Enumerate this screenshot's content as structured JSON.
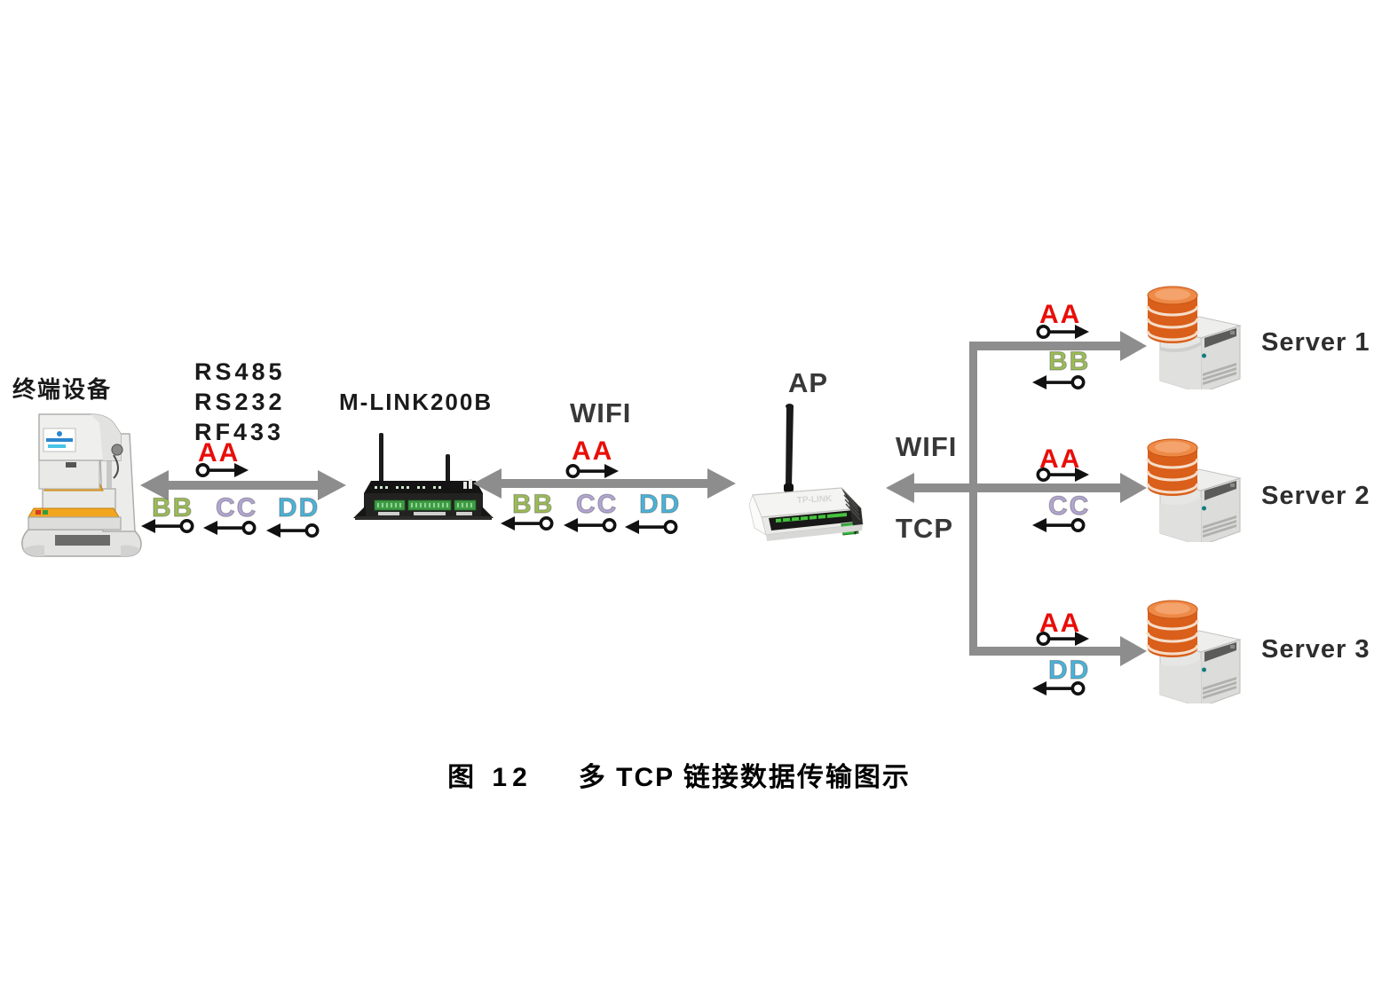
{
  "terminal": {
    "label": "终端设备"
  },
  "left_link": {
    "protocols": [
      "RS485",
      "RS232",
      "RF433"
    ]
  },
  "gateway": {
    "label": "M-LINK200B"
  },
  "mid_link": {
    "label": "WIFI"
  },
  "ap": {
    "label": "AP"
  },
  "uplink": {
    "wifi": "WIFI",
    "tcp": "TCP"
  },
  "packets": {
    "aa": "AA",
    "bb": "BB",
    "cc": "CC",
    "dd": "DD"
  },
  "packet_colors": {
    "aa": "#e90d08",
    "bb": "#9cbd56",
    "cc": "#b3a6d4",
    "dd": "#4ab4da"
  },
  "line_color": "#8d8d8d",
  "servers": [
    {
      "label": "Server 1",
      "tx": "AA",
      "rx": "BB"
    },
    {
      "label": "Server 2",
      "tx": "AA",
      "rx": "CC"
    },
    {
      "label": "Server 3",
      "tx": "AA",
      "rx": "DD"
    }
  ],
  "caption": {
    "figure": "图 12",
    "title": "多 TCP 链接数据传输图示"
  }
}
